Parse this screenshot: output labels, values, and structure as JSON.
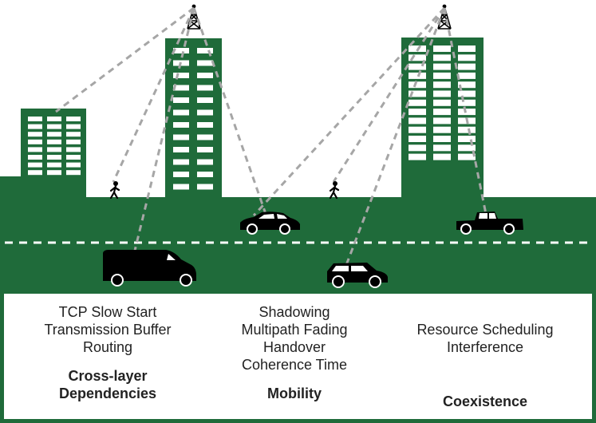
{
  "colors": {
    "green": "#1f6b3a",
    "window": "#ffffff",
    "vehicle": "#000000",
    "link": "#a6a6a6",
    "lane_marking": "#ffffff"
  },
  "icons": [
    "cell-tower-icon",
    "pedestrian-icon",
    "sedan-icon",
    "van-icon",
    "suv-icon",
    "pickup-truck-icon"
  ],
  "columns": [
    {
      "items": [
        "TCP Slow Start",
        "Transmission Buffer",
        "Routing"
      ],
      "heading": [
        "Cross-layer",
        "Dependencies"
      ]
    },
    {
      "items": [
        "Shadowing",
        "Multipath Fading",
        "Handover",
        "Coherence Time"
      ],
      "heading": [
        "Mobility"
      ]
    },
    {
      "items": [
        "Resource Scheduling",
        "Interference"
      ],
      "heading": [
        "Coexistence"
      ]
    }
  ]
}
